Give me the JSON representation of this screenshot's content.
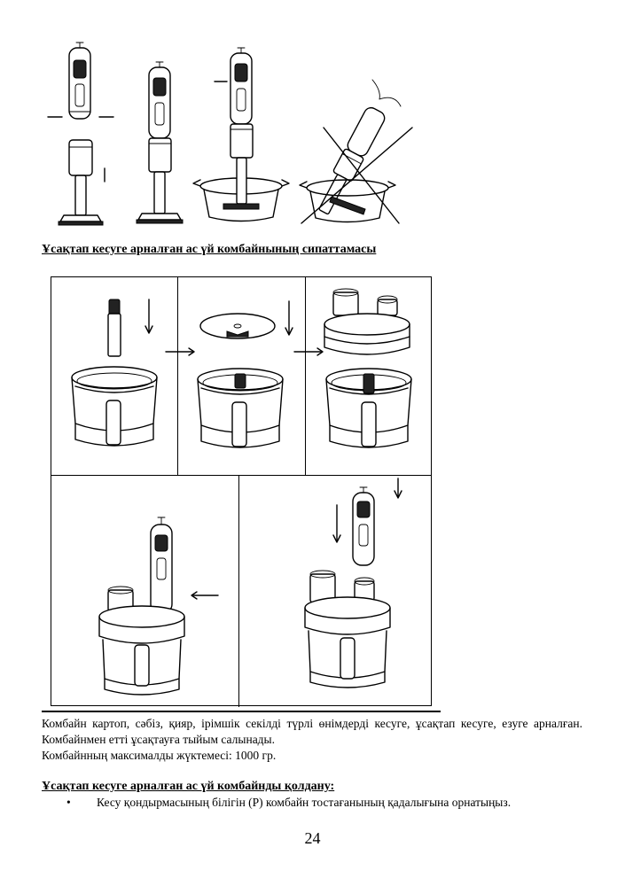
{
  "section1": {
    "heading": "Ұсақтап кесуге арналған ас үй комбайнының сипаттамасы"
  },
  "description": {
    "paragraph1": "Комбайн картоп, сәбіз, қияр, ірімшік секілді түрлі өнімдерді кесуге, ұсақтап кесуге, езуге арналған. Комбайнмен етті ұсақтауға тыйым салынады.",
    "paragraph2": "Комбайнның максималды жүктемесі: 1000 гр."
  },
  "section2": {
    "heading": "Ұсақтап кесуге арналған ас үй комбайнды қолдану:",
    "bullets": [
      "Кесу қондырмасының білігін (P) комбайн тостағанының қадалығына орнатыңыз."
    ]
  },
  "page_number": "24"
}
